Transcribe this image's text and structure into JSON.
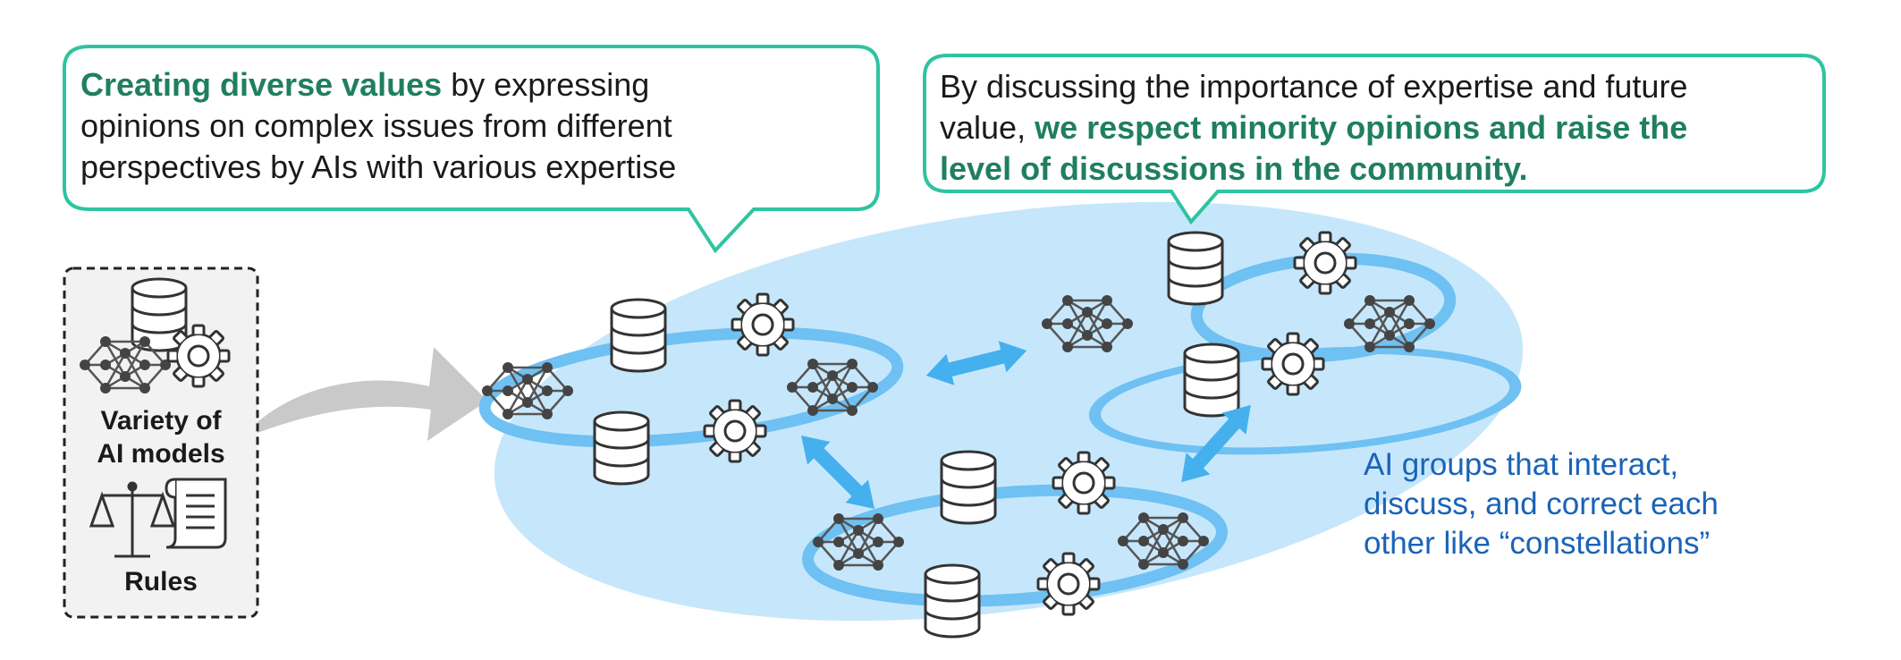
{
  "callout_left": {
    "highlight": "Creating diverse values",
    "line1_rest": " by expressing",
    "line2": "opinions on complex issues from different",
    "line3": "perspectives by AIs with various expertise"
  },
  "callout_right": {
    "line1": "By discussing the importance of expertise and future",
    "line2_start": "value, ",
    "line2_highlight": "we respect minority opinions and raise the",
    "line3_highlight": "level of discussions in the community."
  },
  "side_panel": {
    "models_label_line1": "Variety of",
    "models_label_line2": "AI models",
    "rules_label": "Rules"
  },
  "constellation_caption": {
    "line1": "AI groups that interact,",
    "line2": "discuss, and correct each",
    "line3": "other like “constellations”"
  },
  "colors": {
    "callout_border": "#2ec4a0",
    "highlight_text": "#1f7f5f",
    "caption_text": "#1a63b8",
    "cloud_fill": "#c6e7fb",
    "ring_stroke": "#6ec1f2",
    "arrow_blue": "#45b0ee",
    "arrow_grey": "#c9c9c9",
    "icon_stroke": "#333333"
  },
  "icons": [
    "database-icon",
    "gear-icon",
    "neural-network-icon",
    "scales-icon",
    "scroll-icon"
  ]
}
